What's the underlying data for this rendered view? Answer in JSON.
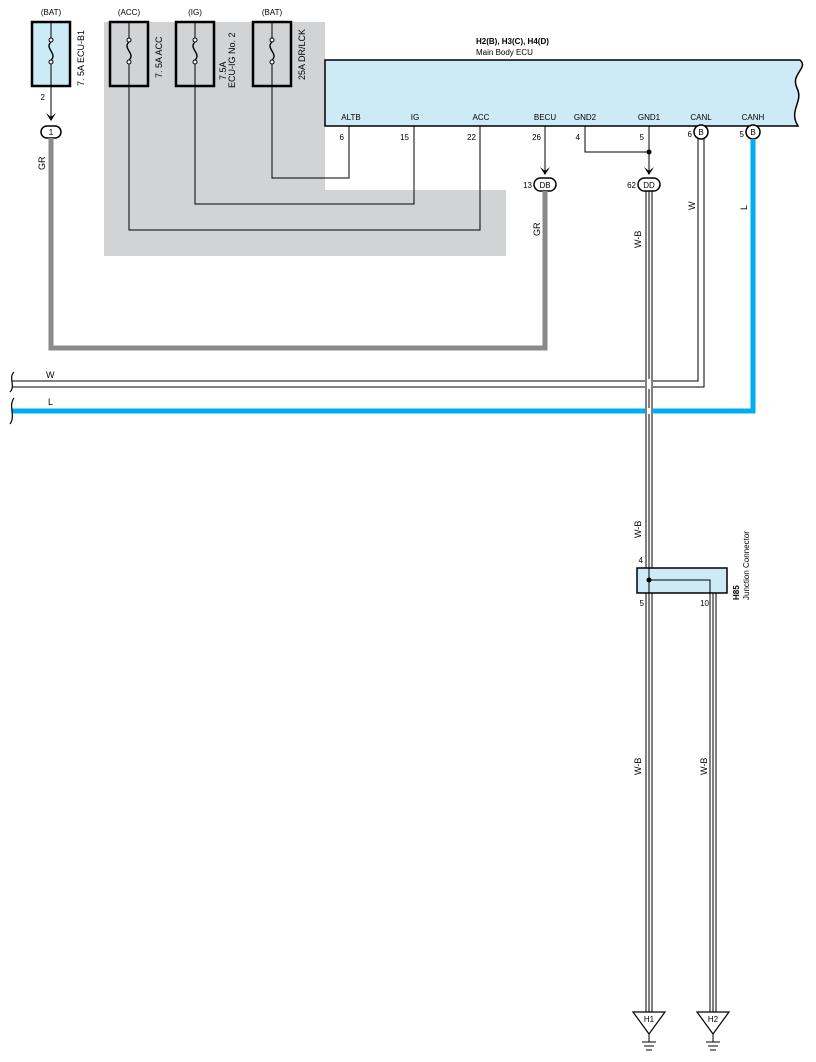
{
  "ecu": {
    "title": "H2(B), H3(C), H4(D)",
    "subtitle": "Main Body ECU",
    "terminals": {
      "altb": {
        "name": "ALTB",
        "pin": "6"
      },
      "ig": {
        "name": "IG",
        "pin": "15"
      },
      "acc": {
        "name": "ACC",
        "pin": "22"
      },
      "becu": {
        "name": "BECU",
        "pin": "26"
      },
      "gnd2": {
        "name": "GND2",
        "pin": "4"
      },
      "gnd1": {
        "name": "GND1",
        "pin": "5"
      },
      "canl": {
        "name": "CANL",
        "pin": "6",
        "connector": "B"
      },
      "canh": {
        "name": "CANH",
        "pin": "5",
        "connector": "B"
      }
    }
  },
  "fuses": {
    "ecu_b1": {
      "supply": "(BAT)",
      "label": "7. 5A ECU-B1",
      "pin": "2",
      "connector": "1"
    },
    "acc": {
      "supply": "(ACC)",
      "label": "7. 5A ACC"
    },
    "ecu_ig2": {
      "supply": "(IG)",
      "label_line1": "7.5A",
      "label_line2": "ECU-IG No. 2"
    },
    "dr_lck": {
      "supply": "(BAT)",
      "label": "25A DR/LCK"
    }
  },
  "connectors": {
    "db": {
      "id": "DB",
      "pin": "13"
    },
    "dd": {
      "id": "DD",
      "pin": "62"
    }
  },
  "wires": {
    "gr_left": "GR",
    "gr_right": "GR",
    "wb_top": "W-B",
    "wb_mid": "W-B",
    "wb_left_bottom": "W-B",
    "wb_right_bottom": "W-B",
    "w_vertical": "W",
    "l_vertical": "L",
    "w_bus": "W",
    "l_bus": "L"
  },
  "junction": {
    "code": "H85",
    "name": "Junction Connector",
    "pin_in": "4",
    "pin_out_left": "5",
    "pin_out_right": "10"
  },
  "grounds": {
    "h1": "H1",
    "h2": "H2"
  },
  "colors": {
    "gray_wire": "#8a8a8a",
    "blue_wire": "#00aeef",
    "shade": "#d2d3d5",
    "fuse_fill": "#cdeaf7",
    "ecu_fill": "#cdeaf7"
  }
}
